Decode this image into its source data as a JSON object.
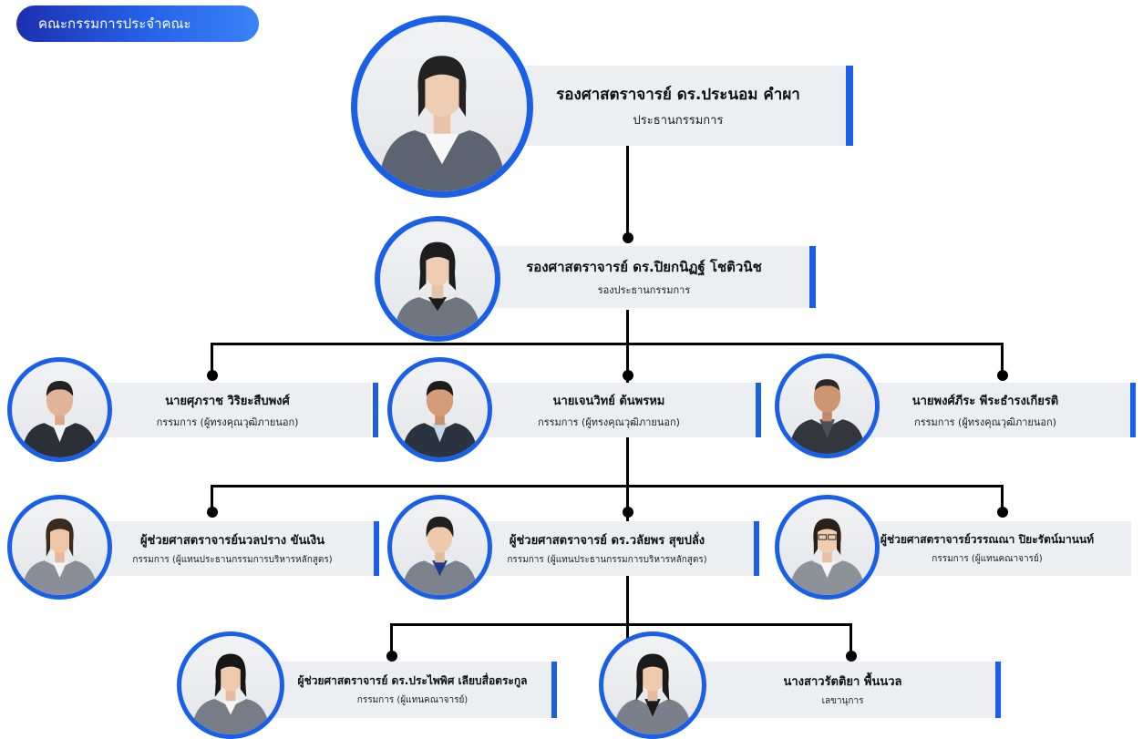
{
  "header": {
    "title": "คณะกรรมการประจำคณะ"
  },
  "colors": {
    "accent": "#1a5fe8",
    "card_bg": "#eceef1",
    "connector": "#000000"
  },
  "members": {
    "chair": {
      "name": "รองศาสตราจารย์ ดร.ประนอม คำผา",
      "role": "ประธานกรรมการ"
    },
    "vice_chair": {
      "name": "รองศาสตราจารย์ ดร.ปิยกนิฏฐ์   โชติวนิช",
      "role": "รองประธานกรรมการ"
    },
    "external_1": {
      "name": "นายศุภราช วิริยะสืบพงศ์",
      "role": "กรรมการ (ผู้ทรงคุณวุฒิภายนอก)"
    },
    "external_2": {
      "name": "นายเจนวิทย์ ต้นพรหม",
      "role": "กรรมการ (ผู้ทรงคุณวุฒิภายนอก)"
    },
    "external_3": {
      "name": "นายพงศ์ภีระ พีระธำรงเกียรติ",
      "role": "กรรมการ (ผู้ทรงคุณวุฒิภายนอก)"
    },
    "curriculum_1": {
      "name": "ผู้ช่วยศาสตราจารย์นวลปราง ขันเงิน",
      "role": "กรรมการ (ผู้แทนประธานกรรมการบริหารหลักสูตร)"
    },
    "curriculum_2": {
      "name": "ผู้ช่วยศาสตราจารย์ ดร.วลัยพร สุขปลั่ง",
      "role": "กรรมการ (ผู้แทนประธานกรรมการบริหารหลักสูตร)"
    },
    "faculty_1": {
      "name": "ผู้ช่วยศาสตราจารย์วรรณณา ปิยะรัตน์มานนท์",
      "role": "กรรมการ (ผู้แทนคณาจารย์)"
    },
    "faculty_2": {
      "name": "ผู้ช่วยศาสตราจารย์ ดร.ประไพพิศ เลียบสื่อตระกูล",
      "role": "กรรมการ (ผู้แทนคณาจารย์)"
    },
    "secretary": {
      "name": "นางสาวรัตติยา  พื้นนวล",
      "role": "เลขานุการ"
    }
  }
}
